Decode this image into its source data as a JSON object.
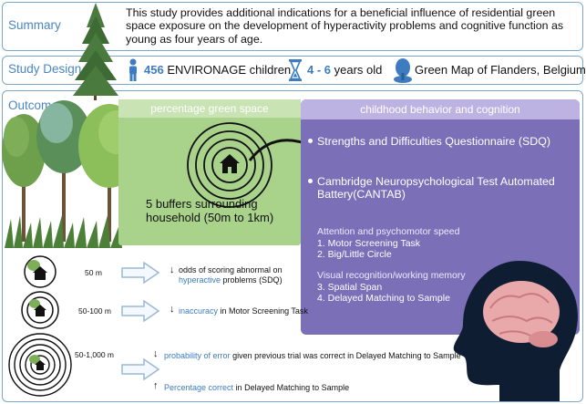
{
  "summary": {
    "label": "Summary",
    "text": "This study provides additional indications for a beneficial influence of residential green space exposure on the development of hyperactivity problems and cognitive function as young as four years of age."
  },
  "design": {
    "label": "Study Design",
    "children_count": "456",
    "children_text": "ENVIRONAGE children",
    "age": "4 - 6",
    "age_text": "years old",
    "map": "Green Map of Flanders, Belgium"
  },
  "outcomes": {
    "label": "Outcomes",
    "green_header": "percentage green space",
    "buffer_text": "5 buffers surrounding household (50m to 1km)",
    "purple_header": "childhood behavior and cognition",
    "bullets": [
      "Strengths and Difficulties Questionnaire (SDQ)",
      "Cambridge Neuropsychological Test Automated Battery(CANTAB)"
    ],
    "group1_title": "Attention and psychomotor speed",
    "group1_items": [
      "1. Motor Screening Task",
      "2. Big/Little Circle"
    ],
    "group2_title": "Visual recognition/working memory",
    "group2_items": [
      "3. Spatial Span",
      "4. Delayed Matching to Sample"
    ]
  },
  "results": {
    "r1_dist": "50 m",
    "r1_pre": "odds of scoring abnormal on",
    "r1_hl": "hyperactive",
    "r1_post": "problems (SDQ)",
    "r2_dist": "50-100 m",
    "r2_hl": "inaccuracy",
    "r2_post": "in Motor Screening Task",
    "r3_dist": "50-1,000 m",
    "r3a_hl": "probability of error",
    "r3a_post": "given previous trial was correct in Delayed Matching to Sample",
    "r3b_hl": "Percentage correct",
    "r3b_post": "in Delayed Matching to Sample",
    "down_arrow": "↓",
    "up_arrow": "↑"
  }
}
